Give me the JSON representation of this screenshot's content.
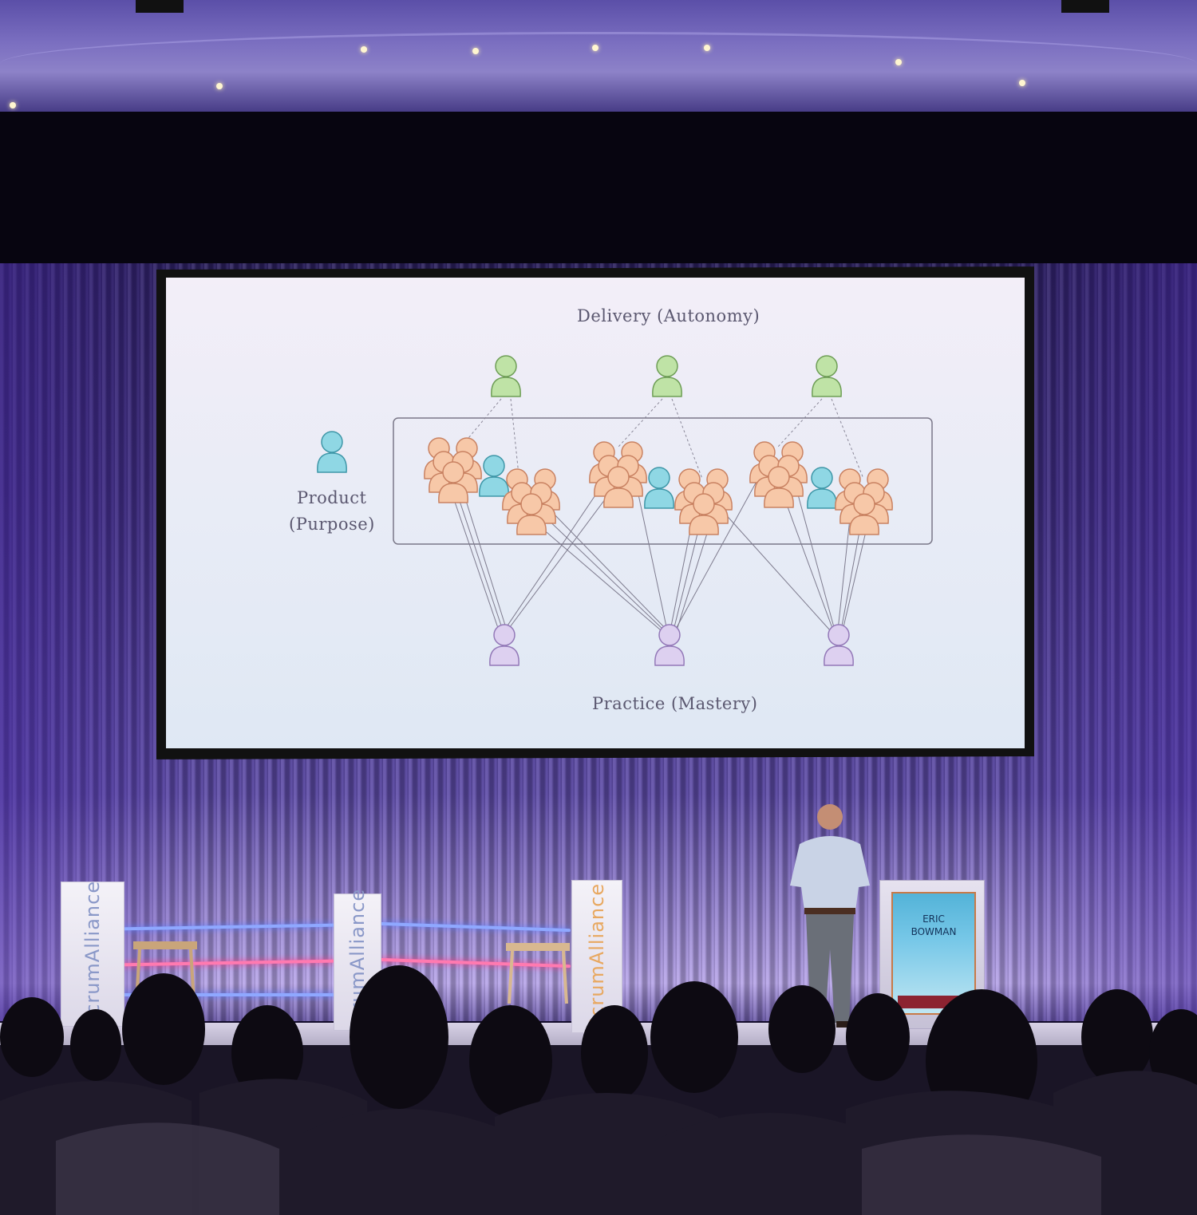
{
  "slide": {
    "title": "Delivery (Autonomy)",
    "bottom_label": "Practice (Mastery)",
    "left_label_line1": "Product",
    "left_label_line2": "(Purpose)"
  },
  "podium": {
    "name_line1": "ERIC",
    "name_line2": "BOWMAN"
  },
  "banners": {
    "left": "ScrumAlliance",
    "middle": "ScrumAlliance",
    "right": "ScrumAlliance"
  },
  "colors": {
    "delivery_person": "#a9d58e",
    "product_person": "#6cc7d8",
    "team_person": "#f4b58e",
    "practice_person": "#cbb8e6",
    "slide_text": "#5b5870",
    "curtain": "#3b2c78"
  }
}
